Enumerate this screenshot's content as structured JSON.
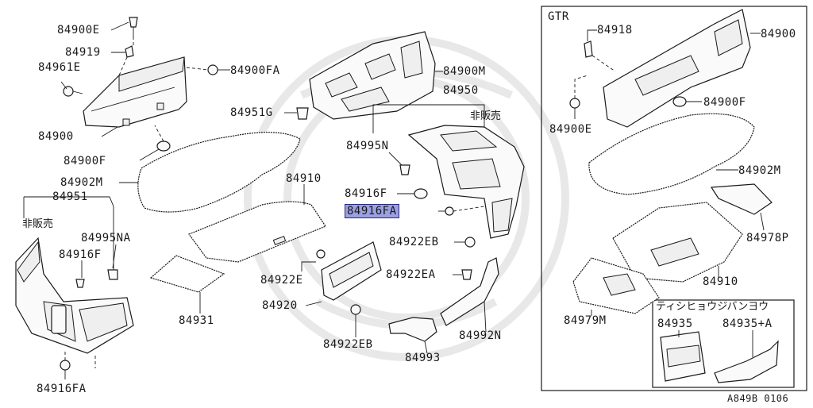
{
  "gtr_box": {
    "title": "GTR"
  },
  "sub_box": {
    "title": "ティシヒョウジバンヨウ"
  },
  "footer": {
    "code": "A849B 0106"
  },
  "labels": {
    "l_84900e_top": "84900E",
    "l_84919": "84919",
    "l_84961e": "84961E",
    "l_84900fa_top": "84900FA",
    "l_84900_left": "84900",
    "l_84900f_left": "84900F",
    "l_84902m_left": "84902M",
    "l_84951": "84951",
    "l_hanbai_left": "非販売",
    "l_84995na": "84995NA",
    "l_84916f_left": "84916F",
    "l_84916fa_bottom": "84916FA",
    "l_84931": "84931",
    "l_84910_mid": "84910",
    "l_84951g": "84951G",
    "l_84900m": "84900M",
    "l_84950": "84950",
    "l_hanbai_mid": "非販売",
    "l_84995n": "84995N",
    "l_84916f_mid": "84916F",
    "l_84916fa_mid": "84916FA",
    "l_84922eb_top": "84922EB",
    "l_84922e": "84922E",
    "l_84922ea": "84922EA",
    "l_84920": "84920",
    "l_84922eb_bottom": "84922EB",
    "l_84993": "84993",
    "l_84992n": "84992N",
    "l_84918": "84918",
    "l_84900_gtr": "84900",
    "l_84900f_gtr": "84900F",
    "l_84900e_gtr": "84900E",
    "l_84902m_gtr": "84902M",
    "l_84978p": "84978P",
    "l_84910_gtr": "84910",
    "l_84979m": "84979M",
    "l_84935": "84935",
    "l_84935a": "84935+A"
  }
}
